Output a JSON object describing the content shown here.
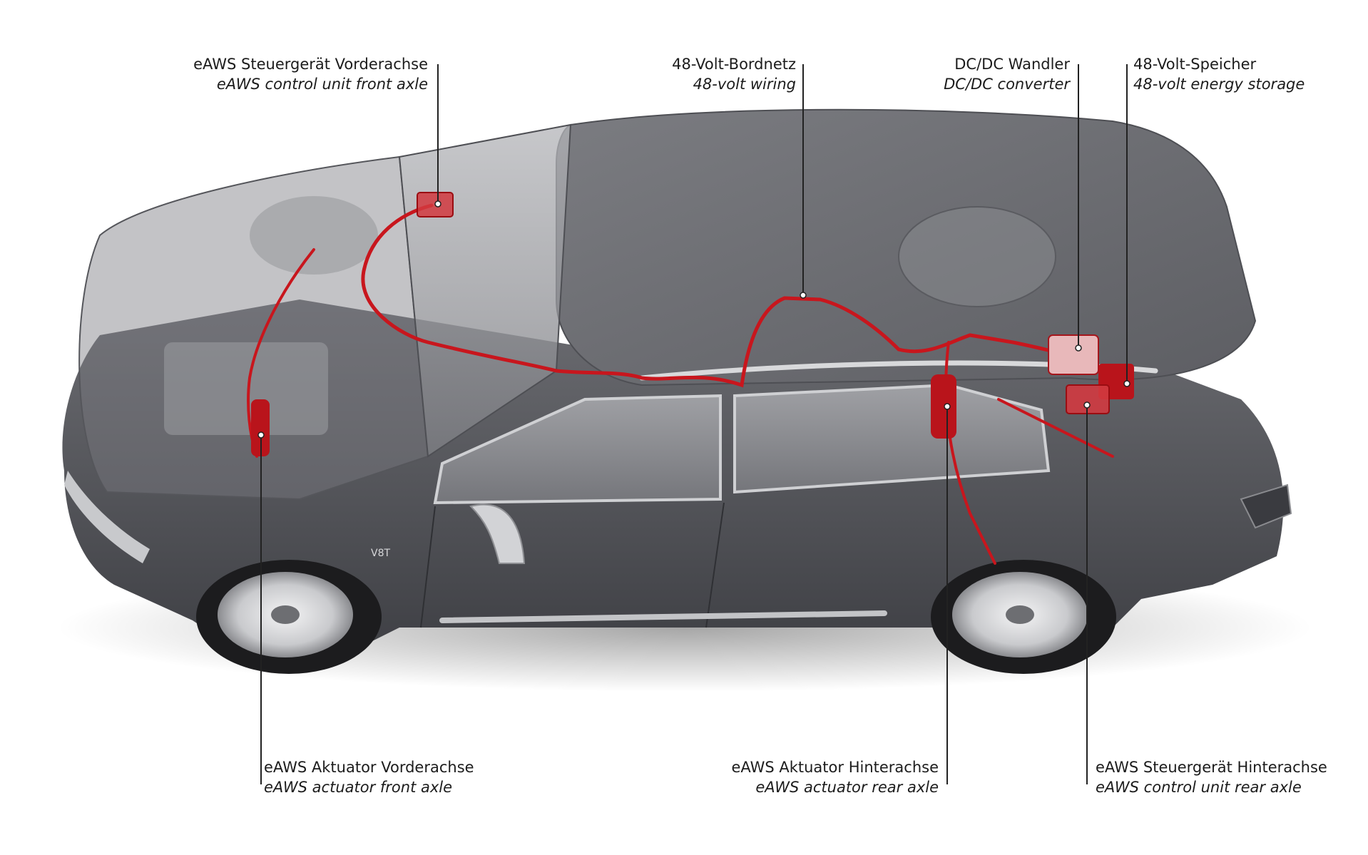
{
  "labels": {
    "front_control_unit": {
      "de": "eAWS Steuergerät Vorderachse",
      "en": "eAWS control unit front axle"
    },
    "wiring": {
      "de": "48-Volt-Bordnetz",
      "en": "48-volt wiring"
    },
    "dcdc": {
      "de": "DC/DC Wandler",
      "en": "DC/DC converter"
    },
    "storage": {
      "de": "48-Volt-Speicher",
      "en": "48-volt energy storage"
    },
    "actuator_front": {
      "de": "eAWS Aktuator Vorderachse",
      "en": "eAWS actuator front axle"
    },
    "actuator_rear": {
      "de": "eAWS Aktuator Hinterachse",
      "en": "eAWS actuator rear axle"
    },
    "control_unit_rear": {
      "de": "eAWS Steuergerät Hinterachse",
      "en": "eAWS control unit rear axle"
    }
  },
  "car": {
    "badge": "V8T",
    "colors": {
      "body": "#5b5c61",
      "roof": "#6e6f74",
      "glass": "#9a9ba0",
      "highlight": "#d9dadc",
      "system_red": "#c8161d",
      "leader": "#222222"
    }
  }
}
